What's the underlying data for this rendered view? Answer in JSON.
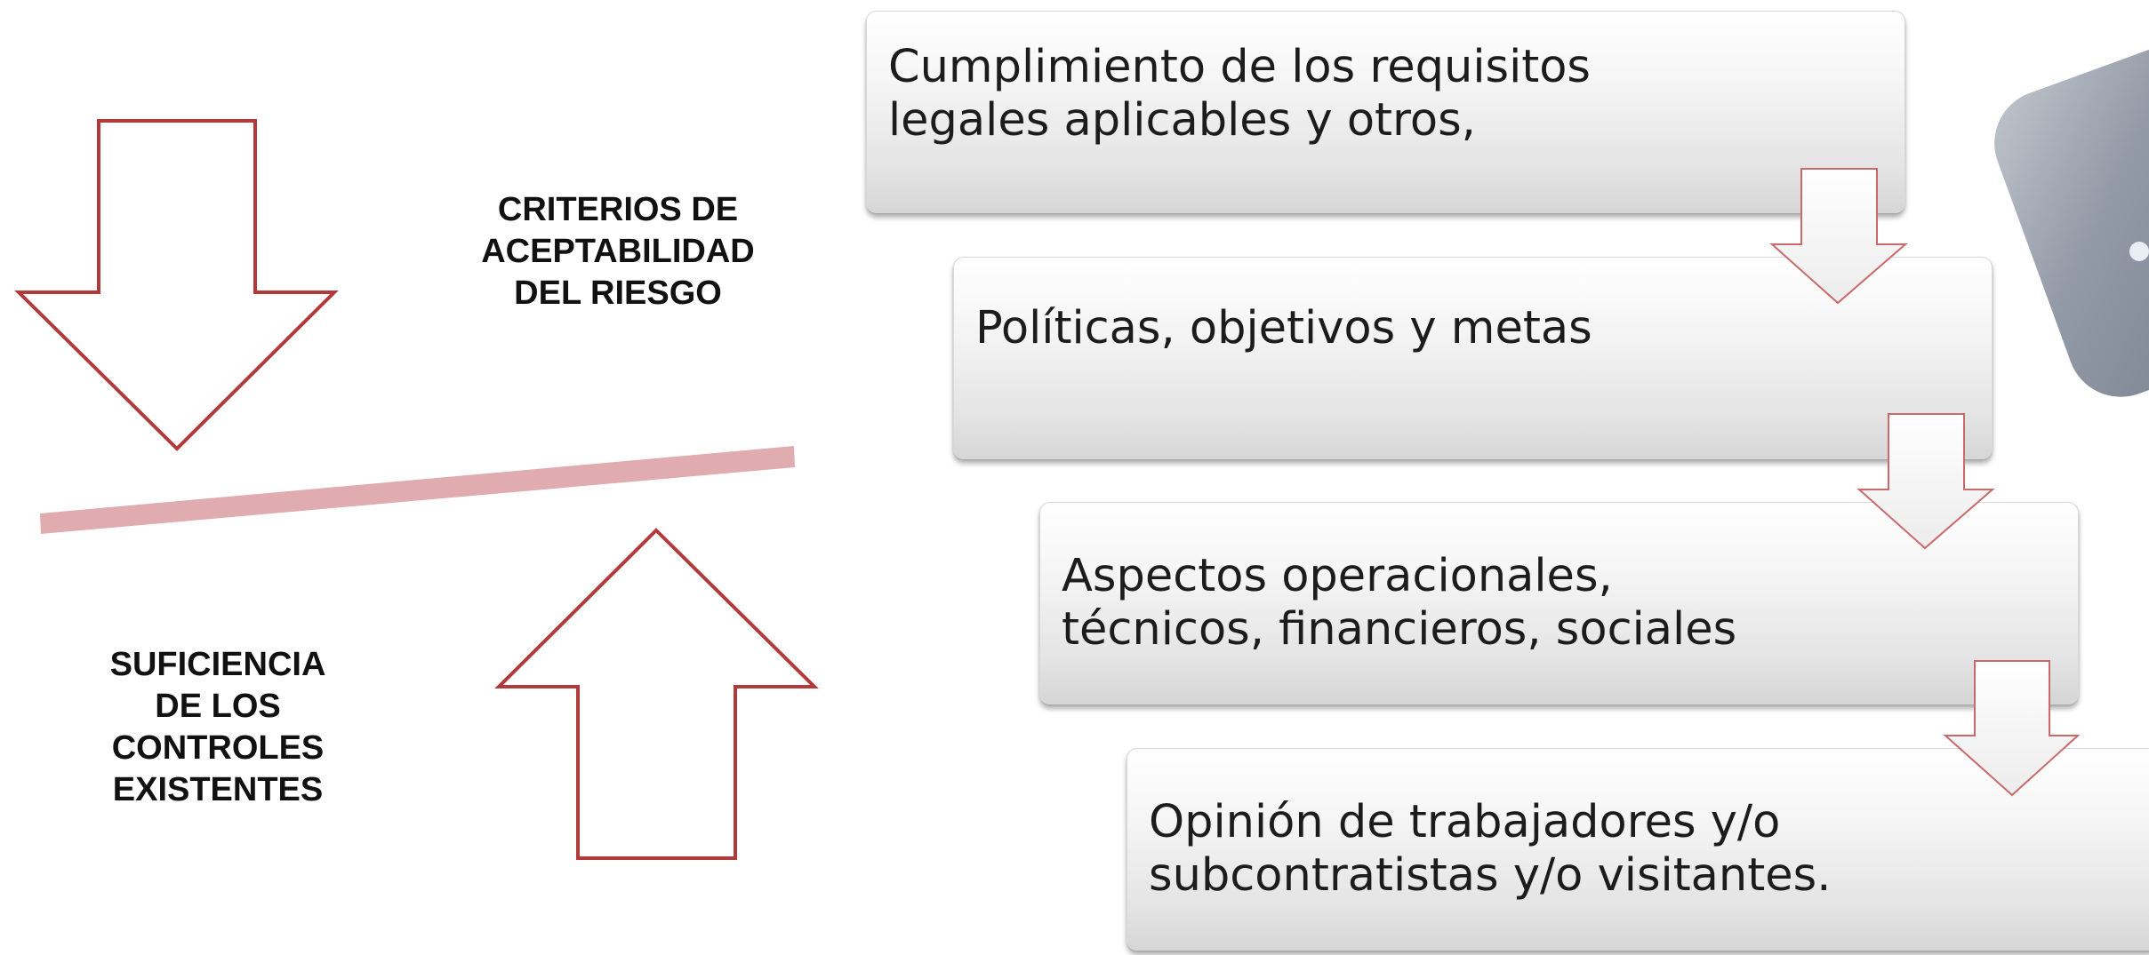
{
  "colors": {
    "arrow_outline": "#b23a3a",
    "balance_bar": "#e0acb0",
    "flow_arrow_outline": "#c86a6a",
    "box_text": "#1c1c1c"
  },
  "labels": {
    "top": "CRITERIOS  DE\nACEPTABILIDAD\nDEL RIESGO",
    "bottom": "SUFICIENCIA\nDE LOS\nCONTROLES\nEXISTENTES"
  },
  "flow": {
    "items": [
      {
        "text": "Cumplimiento de los requisitos\nlegales aplicables y otros,"
      },
      {
        "text": "Políticas, objetivos y metas"
      },
      {
        "text": "Aspectos operacionales,\ntécnicos, financieros, sociales"
      },
      {
        "text": "Opinión de trabajadores y/o\nsubcontratistas y/o visitantes."
      }
    ]
  }
}
